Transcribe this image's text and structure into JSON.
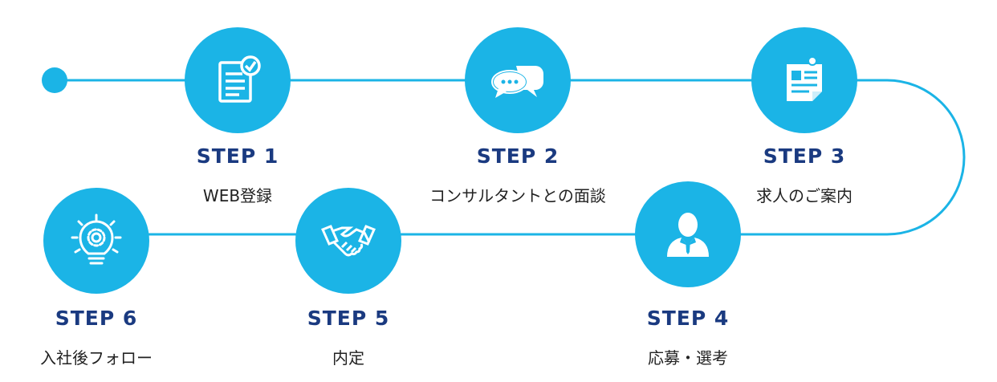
{
  "colors": {
    "accent": "#1bb4e6",
    "title": "#1a3a80",
    "text": "#222222"
  },
  "steps": [
    {
      "title": "STEP 1",
      "label": "WEB登録",
      "icon": "registration-form-check-icon"
    },
    {
      "title": "STEP 2",
      "label": "コンサルタントとの面談",
      "icon": "speech-bubbles-icon"
    },
    {
      "title": "STEP 3",
      "label": "求人のご案内",
      "icon": "job-posting-document-icon"
    },
    {
      "title": "STEP 4",
      "label": "応募・選考",
      "icon": "businessman-icon"
    },
    {
      "title": "STEP 5",
      "label": "内定",
      "icon": "handshake-icon"
    },
    {
      "title": "STEP 6",
      "label": "入社後フォロー",
      "icon": "lightbulb-gear-icon"
    }
  ]
}
